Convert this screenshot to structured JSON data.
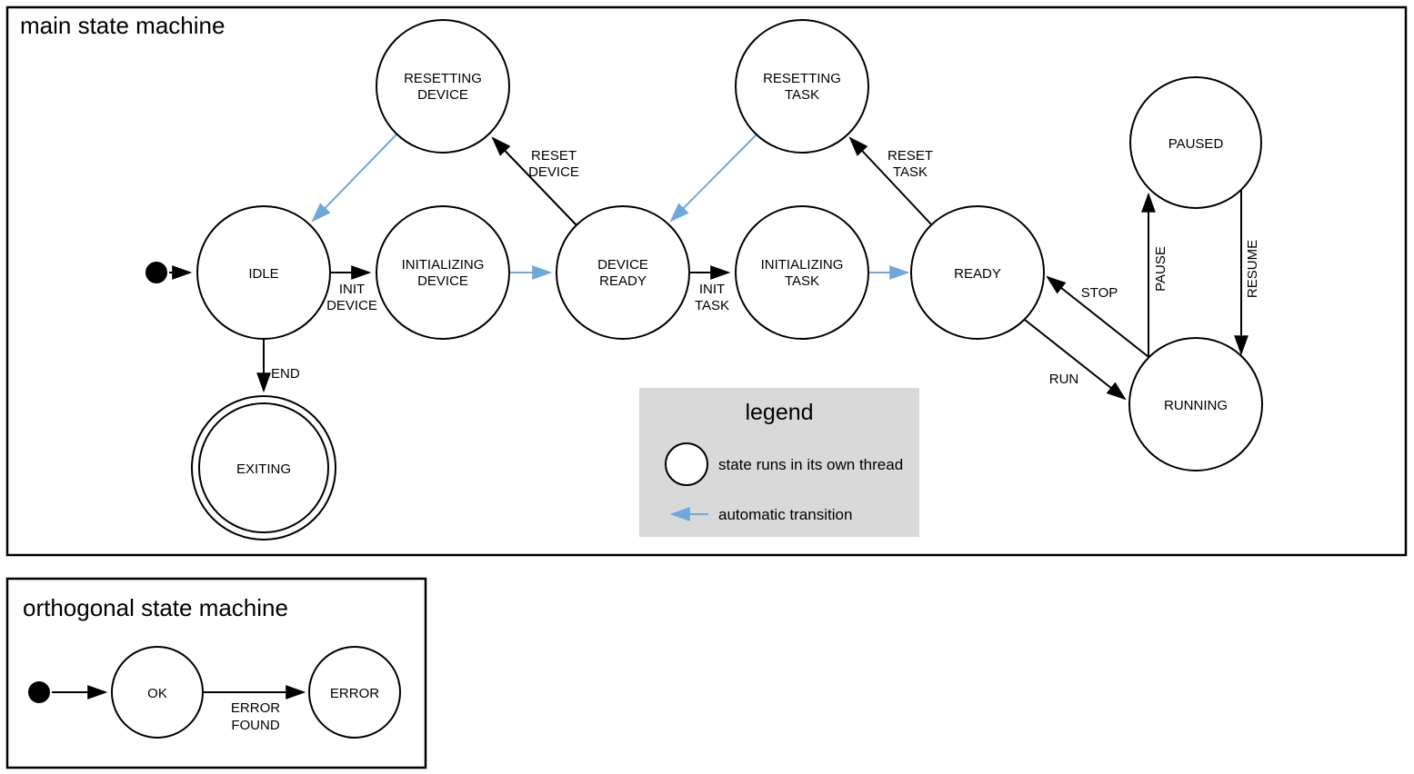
{
  "colors": {
    "state_thread_fill": "#B3C7E6",
    "auto_transition": "#6FA8DC",
    "legend_bg": "#D9D9D9",
    "stroke": "#000000"
  },
  "main_machine": {
    "title": "main state machine",
    "states": {
      "idle": {
        "label": "IDLE"
      },
      "resetting_device": {
        "line1": "RESETTING",
        "line2": "DEVICE"
      },
      "initializing_device": {
        "line1": "INITIALIZING",
        "line2": "DEVICE"
      },
      "device_ready": {
        "line1": "DEVICE",
        "line2": "READY"
      },
      "resetting_task": {
        "line1": "RESETTING",
        "line2": "TASK"
      },
      "initializing_task": {
        "line1": "INITIALIZING",
        "line2": "TASK"
      },
      "ready": {
        "label": "READY"
      },
      "paused": {
        "label": "PAUSED"
      },
      "running": {
        "label": "RUNNING"
      },
      "exiting": {
        "label": "EXITING"
      }
    },
    "transitions": {
      "init_device": {
        "line1": "INIT",
        "line2": "DEVICE"
      },
      "reset_device": {
        "line1": "RESET",
        "line2": "DEVICE"
      },
      "init_task": {
        "line1": "INIT",
        "line2": "TASK"
      },
      "reset_task": {
        "line1": "RESET",
        "line2": "TASK"
      },
      "end": {
        "label": "END"
      },
      "run": {
        "label": "RUN"
      },
      "stop": {
        "label": "STOP"
      },
      "pause": {
        "label": "PAUSE"
      },
      "resume": {
        "label": "RESUME"
      }
    }
  },
  "legend": {
    "title": "legend",
    "thread_item": "state runs in its own thread",
    "auto_item": "automatic transition"
  },
  "orthogonal_machine": {
    "title": "orthogonal state machine",
    "states": {
      "ok": {
        "label": "OK"
      },
      "error": {
        "label": "ERROR"
      }
    },
    "transitions": {
      "error_found": {
        "line1": "ERROR",
        "line2": "FOUND"
      }
    }
  }
}
